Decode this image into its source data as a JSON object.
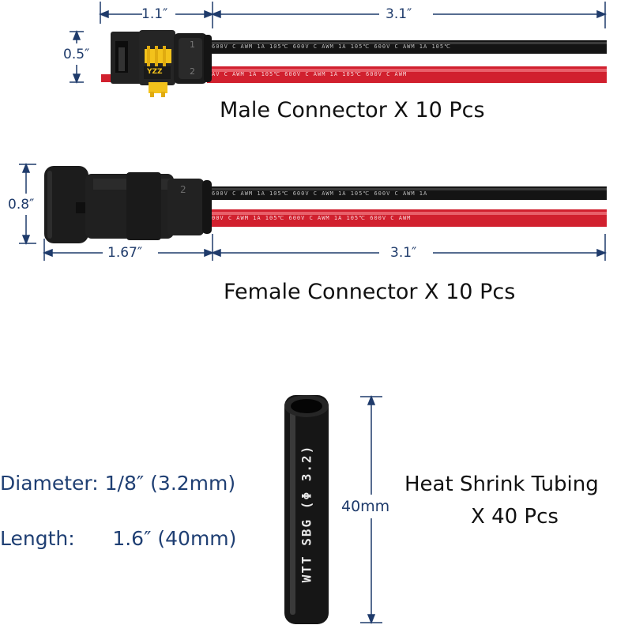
{
  "male": {
    "connector_length": "1.1″",
    "wire_length": "3.1″",
    "height": "0.5″",
    "caption": "Male Connector X 10 Pcs",
    "pin_1": "1",
    "pin_2": "2",
    "brand_mark": "YZZ",
    "black_wire_print": "600V      C AWM   1A   105℃   600V          C AWM   1A   105℃ 600V                 C AWM   1A   105℃",
    "red_wire_print": "AV      C AWM   1A   105℃       600V          C AWM   1A   105℃   600V          C AWM"
  },
  "female": {
    "connector_length": "1.67″",
    "wire_length": "3.1″",
    "height": "0.8″",
    "caption": "Female Connector X 10 Pcs",
    "pin_2": "2",
    "black_wire_print": "600V       C AWM   1A   105℃     600V         C AWM   1A   105℃ 600V           C AWM   1A",
    "red_wire_print": "00V       C AWM   1A   105℃       600V         C AWM   1A   105℃   600V            C AWM"
  },
  "tubing": {
    "length_label": "40mm",
    "print": "WTT SBG (Φ 3.2)",
    "caption_line1": "Heat Shrink Tubing",
    "caption_line2": "X 40 Pcs",
    "diameter_label": "Diameter: 1/8″ (3.2mm)",
    "length_spec": "Length:      1.6″ (40mm)"
  },
  "colors": {
    "dimension": "#1f3b6b",
    "black_wire": "#141414",
    "red_wire": "#d1202e",
    "connector": "#1e1e1e",
    "seal_yellow": "#f3c21b"
  }
}
